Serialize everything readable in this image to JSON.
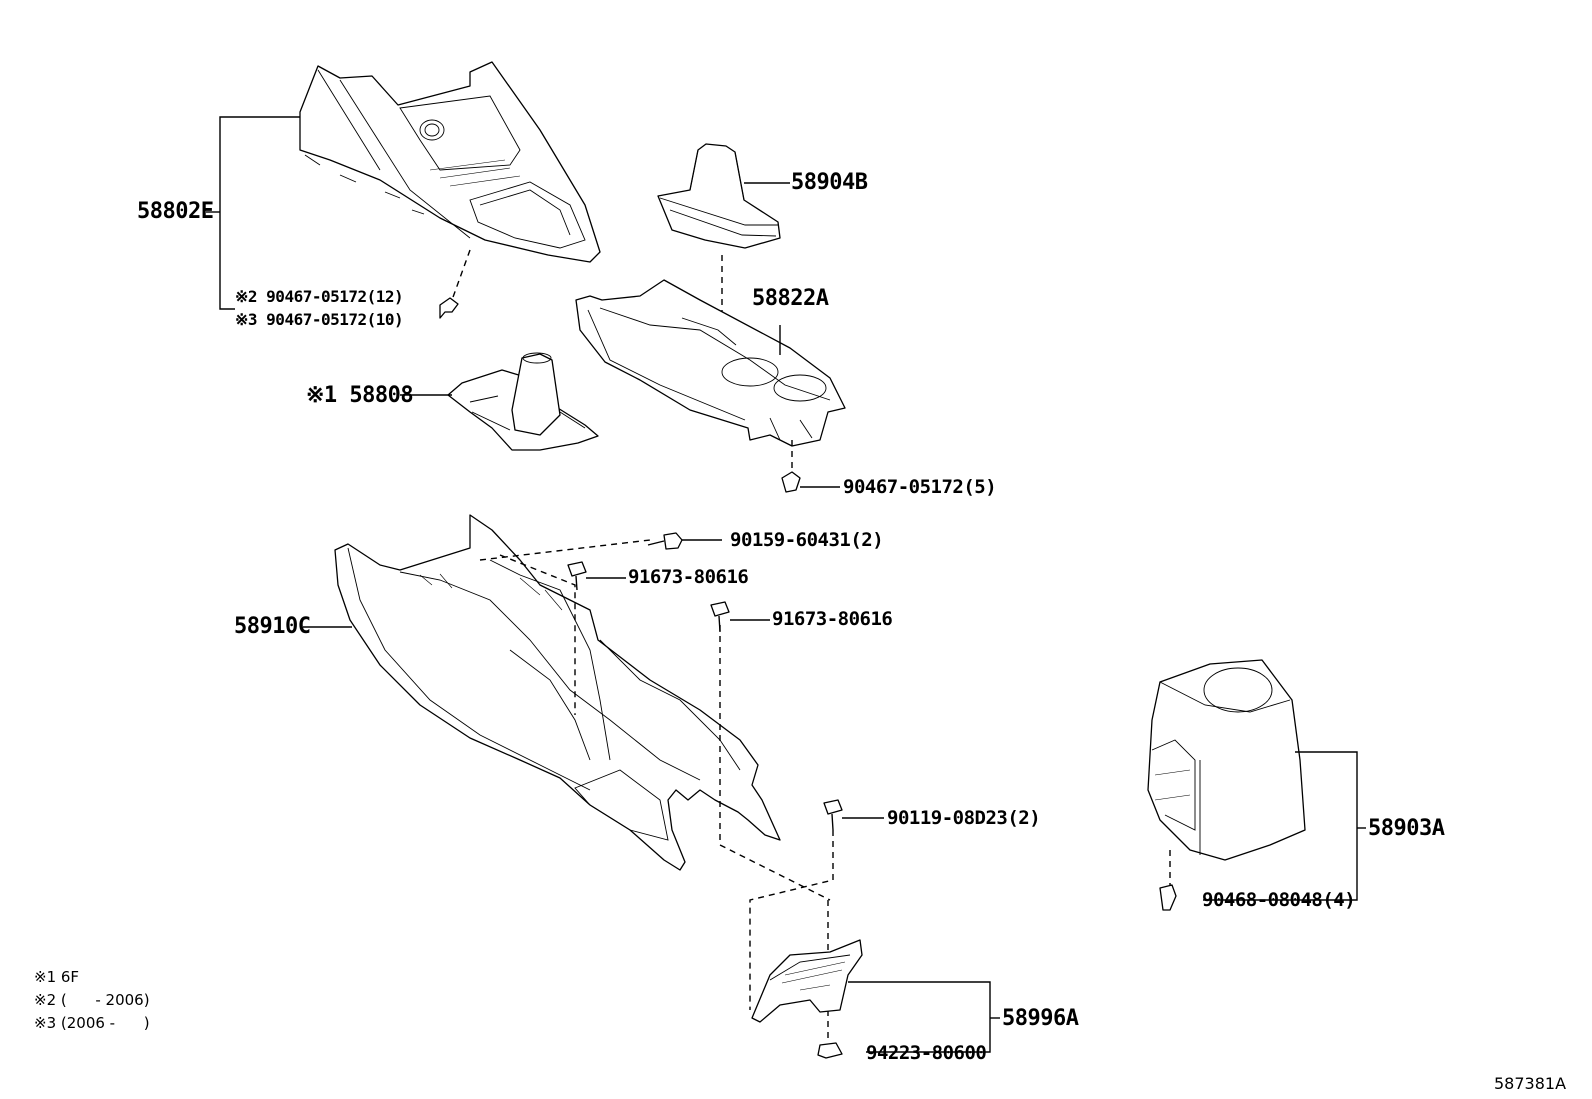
{
  "labels": {
    "p58802E": "58802E",
    "p58904B": "58904B",
    "p58822A": "58822A",
    "clip_note2": "※2 90467-05172(12)",
    "clip_note3": "※3 90467-05172(10)",
    "p58808": "※1 58808",
    "clip5": "90467-05172(5)",
    "screw90159": "90159-60431(2)",
    "bolt1": "91673-80616",
    "bolt2": "91673-80616",
    "p58910C": "58910C",
    "p58903A": "58903A",
    "bolt90119": "90119-08D23(2)",
    "clip90468": "90468-08048(4)",
    "p58996A": "58996A",
    "nut94223": "94223-80600",
    "illustration_no": "587381A"
  },
  "notes": {
    "n1": "※1 6F",
    "n2": "※2 (      - 2006)",
    "n3": "※3 (2006 -      )"
  }
}
